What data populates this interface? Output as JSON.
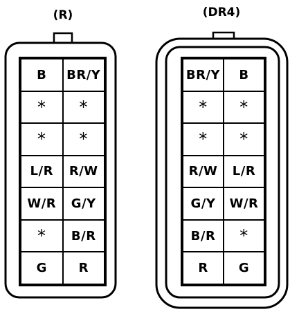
{
  "connectors": [
    {
      "title": "(R)",
      "rows": [
        [
          "B",
          "BR/Y"
        ],
        [
          "*",
          "*"
        ],
        [
          "*",
          "*"
        ],
        [
          "L/R",
          "R/W"
        ],
        [
          "W/R",
          "G/Y"
        ],
        [
          "*",
          "B/R"
        ],
        [
          "G",
          "R"
        ]
      ]
    },
    {
      "title": "(DR4)",
      "rows": [
        [
          "BR/Y",
          "B"
        ],
        [
          "*",
          "*"
        ],
        [
          "*",
          "*"
        ],
        [
          "R/W",
          "L/R"
        ],
        [
          "G/Y",
          "W/R"
        ],
        [
          "B/R",
          "*"
        ],
        [
          "R",
          "G"
        ]
      ]
    }
  ]
}
